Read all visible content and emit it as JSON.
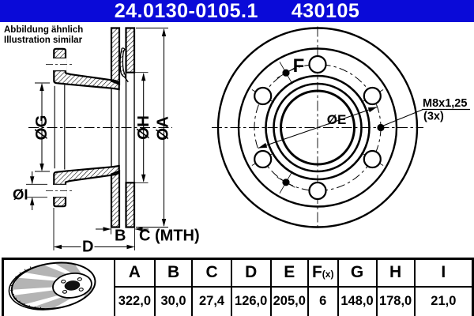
{
  "header": {
    "part_number_primary": "24.0130-0105.1",
    "part_number_secondary": "430105",
    "bar_color": "#0a0ad8",
    "text_color": "#ffffff"
  },
  "note": {
    "line1": "Abbildung ähnlich",
    "line2": "Illustration similar"
  },
  "section_view": {
    "dim_g": "ØG",
    "dim_h": "ØH",
    "dim_a": "ØA",
    "dim_i": "ØI",
    "dim_b": "B",
    "dim_c": "C (MTH)",
    "dim_d": "D"
  },
  "front_view": {
    "label_f": "F",
    "label_e": "ØE",
    "thread_spec": "M8x1,25",
    "thread_count": "(3x)"
  },
  "table": {
    "headers": [
      {
        "main": "A",
        "sub": ""
      },
      {
        "main": "B",
        "sub": ""
      },
      {
        "main": "C",
        "sub": ""
      },
      {
        "main": "D",
        "sub": ""
      },
      {
        "main": "E",
        "sub": ""
      },
      {
        "main": "F",
        "sub": "(x)"
      },
      {
        "main": "G",
        "sub": ""
      },
      {
        "main": "H",
        "sub": ""
      },
      {
        "main": "I",
        "sub": ""
      }
    ],
    "values": [
      "322,0",
      "30,0",
      "27,4",
      "126,0",
      "205,0",
      "6",
      "148,0",
      "178,0",
      "21,0"
    ]
  }
}
